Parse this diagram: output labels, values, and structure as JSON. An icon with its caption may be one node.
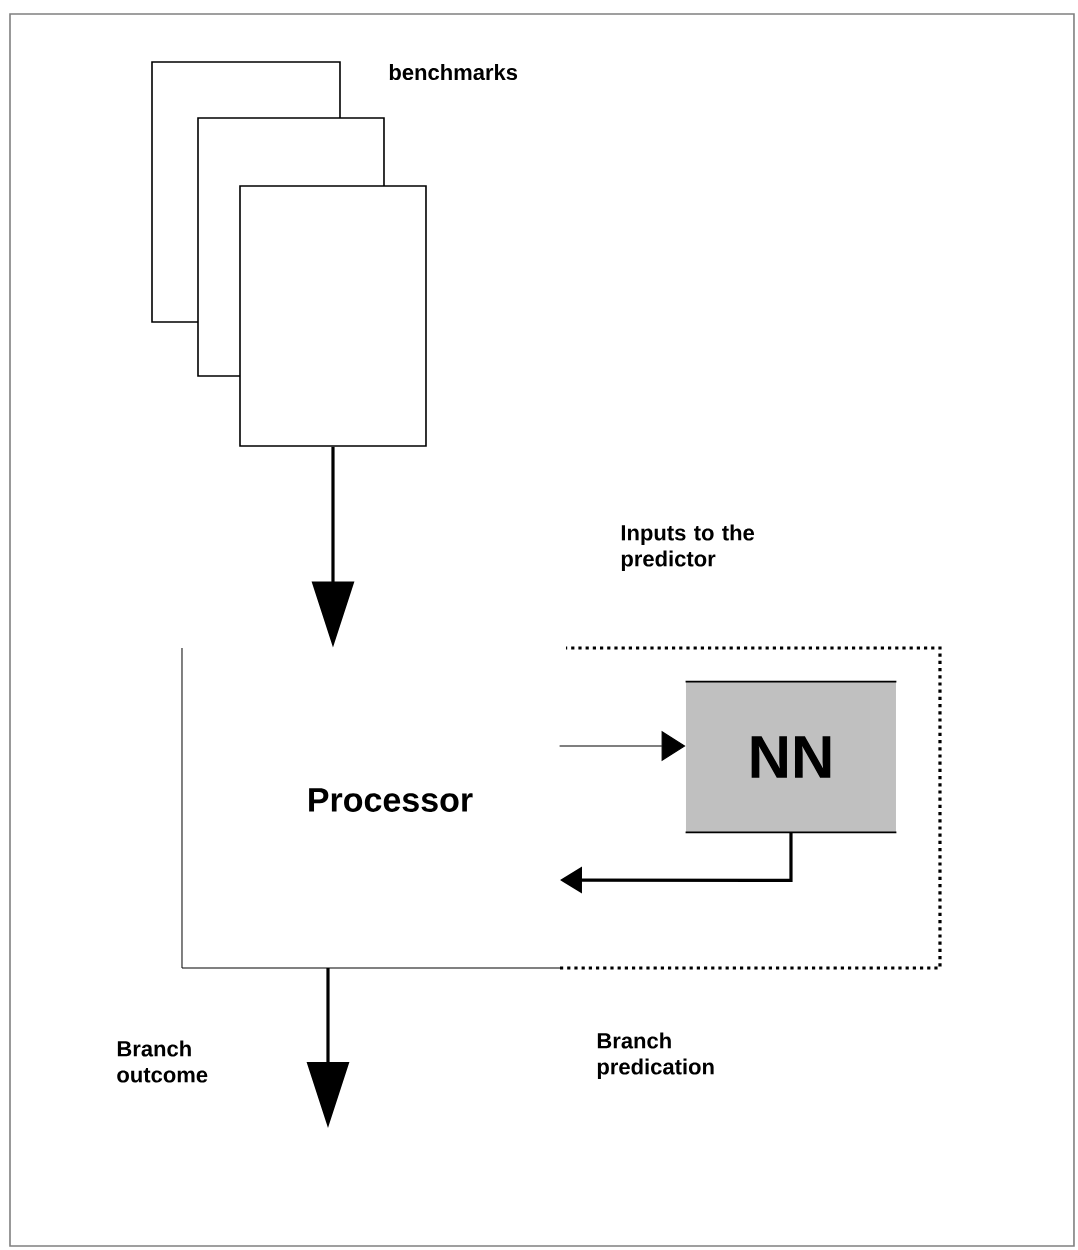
{
  "diagram": {
    "nodes": [
      {
        "text": [
          "benchmarks"
        ]
      },
      {
        "text": [
          "Processor"
        ]
      },
      {
        "text": [
          "NN"
        ],
        "in": 1
      }
    ],
    "edges": [
      {
        "from": 0,
        "to": 1,
        "arrow": "to"
      },
      {
        "from": null,
        "to": 2,
        "arrow": "to"
      },
      {
        "from": 2,
        "to": null,
        "arrow": "to"
      },
      {
        "from": 1,
        "to": null,
        "arrow": "to"
      }
    ],
    "labels": [
      "Inputs to the predictor",
      "Branch outcome",
      "Branch predication"
    ]
  }
}
